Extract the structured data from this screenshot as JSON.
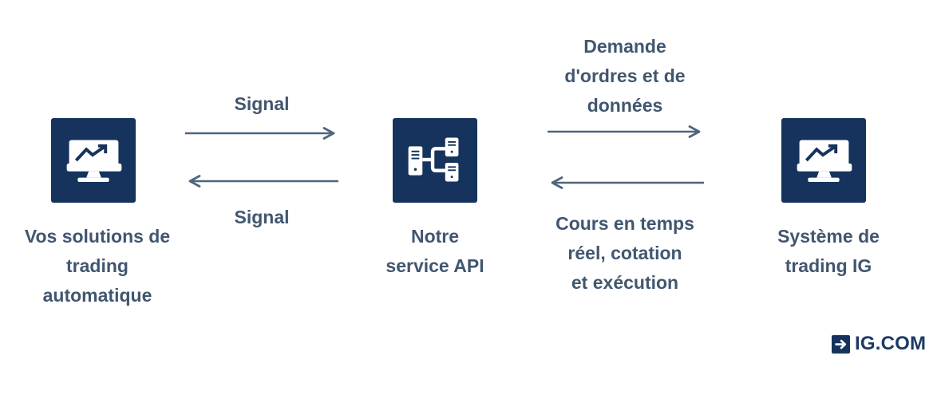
{
  "diagram": {
    "nodes": {
      "client": {
        "label": "Vos solutions de\ntrading\nautomatique",
        "icon": "monitor-chart-icon"
      },
      "api": {
        "label": "Notre\nservice API",
        "icon": "server-network-icon"
      },
      "ig": {
        "label": "Système de\ntrading IG",
        "icon": "monitor-chart-icon"
      }
    },
    "flows": {
      "signal_to_api": {
        "from": "client",
        "to": "api",
        "direction": "right",
        "label": "Signal",
        "label_position": "above-arrow"
      },
      "signal_to_client": {
        "from": "api",
        "to": "client",
        "direction": "left",
        "label": "Signal",
        "label_position": "below-arrow"
      },
      "orders_to_ig": {
        "from": "api",
        "to": "ig",
        "direction": "right",
        "label": "Demande\nd'ordres et de\ndonnées",
        "label_position": "above-arrow"
      },
      "prices_to_api": {
        "from": "ig",
        "to": "api",
        "direction": "left",
        "label": "Cours en temps\nréel, cotation\net exécution",
        "label_position": "below-arrow"
      }
    },
    "branding": {
      "text": "IG.COM",
      "icon": "arrow-right-square-icon"
    },
    "colors": {
      "background": "#ffffff",
      "node_square": "#15335d",
      "icon_foreground": "#ffffff",
      "label_text": "#41566f",
      "arrow": "#4f657f",
      "brand_text": "#1d3a64"
    }
  }
}
